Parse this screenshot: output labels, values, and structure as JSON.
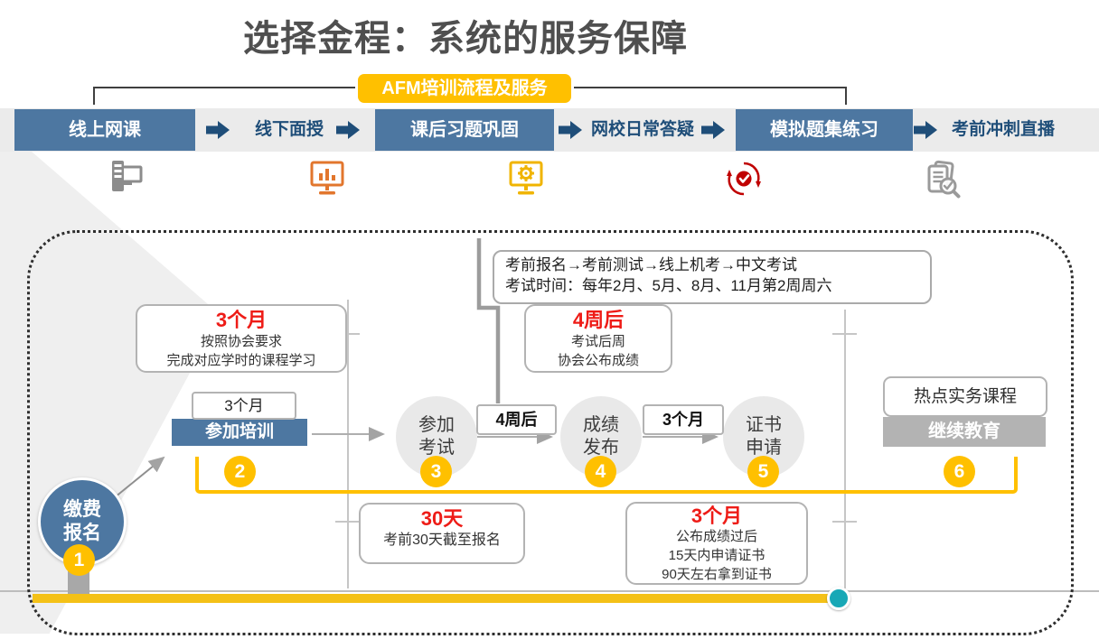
{
  "title": "选择金程：系统的服务保障",
  "banner": {
    "label": "AFM培训流程及服务"
  },
  "service_steps": {
    "items": [
      {
        "label": "线上网课"
      },
      {
        "label": "线下面授"
      },
      {
        "label": "课后习题巩固"
      },
      {
        "label": "网校日常答疑"
      },
      {
        "label": "模拟题集练习"
      },
      {
        "label": "考前冲刺直播"
      }
    ]
  },
  "icons": [
    {
      "name": "computer-icon",
      "color": "#8c8c8c"
    },
    {
      "name": "chart-monitor-icon",
      "color": "#e2762d"
    },
    {
      "name": "gear-monitor-icon",
      "color": "#f0b400"
    },
    {
      "name": "gear-refresh-icon",
      "color": "#c00000"
    },
    {
      "name": "doc-search-icon",
      "color": "#9a9a9a"
    }
  ],
  "timeline": {
    "stages": [
      {
        "number": "1",
        "line1": "缴费",
        "line2": "报名"
      },
      {
        "number": "2",
        "label": "参加培训"
      },
      {
        "number": "3",
        "line1": "参加",
        "line2": "考试"
      },
      {
        "number": "4",
        "line1": "成绩",
        "line2": "发布"
      },
      {
        "number": "5",
        "line1": "证书",
        "line2": "申请"
      },
      {
        "number": "6",
        "label": "继续教育"
      }
    ],
    "duration_training": "3个月",
    "gap_exam_to_results": "4周后",
    "gap_results_to_cert": "3个月",
    "extra_course": "热点实务课程"
  },
  "callouts": {
    "training": {
      "title": "3个月",
      "line1": "按照协会要求",
      "line2": "完成对应学时的课程学习"
    },
    "exam_info": {
      "line1": "考前报名→考前测试→线上机考→中文考试",
      "line2": "考试时间：每年2月、5月、8月、11月第2周周六"
    },
    "results": {
      "title": "4周后",
      "line1": "考试后周",
      "line2": "协会公布成绩"
    },
    "deadline": {
      "title": "30天",
      "line1": "考前30天截至报名"
    },
    "certificate": {
      "title": "3个月",
      "line1": "公布成绩过后",
      "line2": "15天内申请证书",
      "line3": "90天左右拿到证书"
    }
  },
  "colors": {
    "steel_blue": "#4d77a1",
    "navy": "#1f4e79",
    "gold": "#ffc000",
    "band_gray": "#ebebeb",
    "circle_gray": "#e9e9e9",
    "box_gray": "#b3b3b3",
    "red_text": "#ee1c17",
    "teal": "#18a8b6",
    "title_gray": "#4f4f4f"
  }
}
